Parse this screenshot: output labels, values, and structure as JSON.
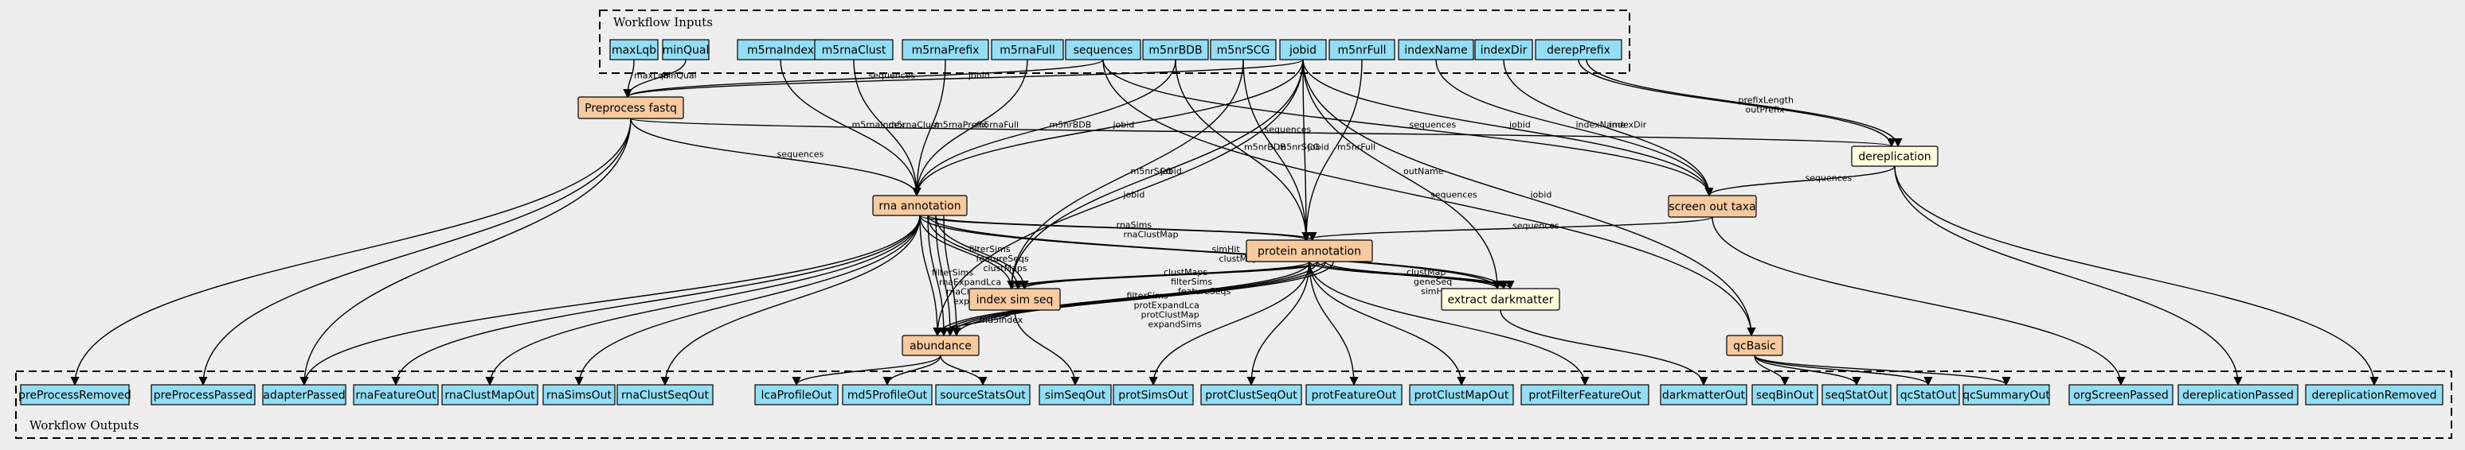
{
  "clusters": {
    "inputs": {
      "title": "Workflow Inputs"
    },
    "outputs": {
      "title": "Workflow Outputs"
    }
  },
  "colors": {
    "background": "#eeeeee",
    "io_node": "#94ddf4",
    "step_node": "#f7ca9f",
    "tool_node": "#ffffe0",
    "stroke": "#000000"
  },
  "inputs": [
    {
      "id": "maxLqb",
      "label": "maxLqb"
    },
    {
      "id": "minQual",
      "label": "minQual"
    },
    {
      "id": "m5rnaIndex",
      "label": "m5rnaIndex"
    },
    {
      "id": "m5rnaClust",
      "label": "m5rnaClust"
    },
    {
      "id": "m5rnaPrefix",
      "label": "m5rnaPrefix"
    },
    {
      "id": "m5rnaFull",
      "label": "m5rnaFull"
    },
    {
      "id": "sequences",
      "label": "sequences"
    },
    {
      "id": "m5nrBDB",
      "label": "m5nrBDB"
    },
    {
      "id": "m5nrSCG",
      "label": "m5nrSCG"
    },
    {
      "id": "jobid",
      "label": "jobid"
    },
    {
      "id": "m5nrFull",
      "label": "m5nrFull"
    },
    {
      "id": "indexName",
      "label": "indexName"
    },
    {
      "id": "indexDir",
      "label": "indexDir"
    },
    {
      "id": "derepPrefix",
      "label": "derepPrefix"
    }
  ],
  "steps": [
    {
      "id": "preprocess",
      "label": "Preprocess fastq",
      "kind": "step"
    },
    {
      "id": "dereplication",
      "label": "dereplication",
      "kind": "tool"
    },
    {
      "id": "rna",
      "label": "rna annotation",
      "kind": "step"
    },
    {
      "id": "screen",
      "label": "screen out taxa",
      "kind": "step"
    },
    {
      "id": "protein",
      "label": "protein annotation",
      "kind": "step"
    },
    {
      "id": "indexsim",
      "label": "index sim seq",
      "kind": "step"
    },
    {
      "id": "darkmatter",
      "label": "extract darkmatter",
      "kind": "tool"
    },
    {
      "id": "abundance",
      "label": "abundance",
      "kind": "step"
    },
    {
      "id": "qcbasic",
      "label": "qcBasic",
      "kind": "step"
    }
  ],
  "outputs": [
    {
      "id": "preProcessRemoved",
      "label": "preProcessRemoved"
    },
    {
      "id": "preProcessPassed",
      "label": "preProcessPassed"
    },
    {
      "id": "adapterPassed",
      "label": "adapterPassed"
    },
    {
      "id": "rnaFeatureOut",
      "label": "rnaFeatureOut"
    },
    {
      "id": "rnaClustMapOut",
      "label": "rnaClustMapOut"
    },
    {
      "id": "rnaSimsOut",
      "label": "rnaSimsOut"
    },
    {
      "id": "rnaClustSeqOut",
      "label": "rnaClustSeqOut"
    },
    {
      "id": "lcaProfileOut",
      "label": "lcaProfileOut"
    },
    {
      "id": "md5ProfileOut",
      "label": "md5ProfileOut"
    },
    {
      "id": "sourceStatsOut",
      "label": "sourceStatsOut"
    },
    {
      "id": "simSeqOut",
      "label": "simSeqOut"
    },
    {
      "id": "protSimsOut",
      "label": "protSimsOut"
    },
    {
      "id": "protClustSeqOut",
      "label": "protClustSeqOut"
    },
    {
      "id": "protFeatureOut",
      "label": "protFeatureOut"
    },
    {
      "id": "protClustMapOut",
      "label": "protClustMapOut"
    },
    {
      "id": "protFilterFeatureOut",
      "label": "protFilterFeatureOut"
    },
    {
      "id": "darkmatterOut",
      "label": "darkmatterOut"
    },
    {
      "id": "seqBinOut",
      "label": "seqBinOut"
    },
    {
      "id": "seqStatOut",
      "label": "seqStatOut"
    },
    {
      "id": "qcStatOut",
      "label": "qcStatOut"
    },
    {
      "id": "qcSummaryOut",
      "label": "qcSummaryOut"
    },
    {
      "id": "orgScreenPassed",
      "label": "orgScreenPassed"
    },
    {
      "id": "dereplicationPassed",
      "label": "dereplicationPassed"
    },
    {
      "id": "dereplicationRemoved",
      "label": "dereplicationRemoved"
    }
  ],
  "edges": [
    {
      "from": "maxLqb",
      "to": "preprocess",
      "label": "maxLqb"
    },
    {
      "from": "minQual",
      "to": "preprocess",
      "label": "minQual"
    },
    {
      "from": "sequences",
      "to": "preprocess",
      "label": "sequences"
    },
    {
      "from": "jobid",
      "to": "preprocess",
      "label": "jobid"
    },
    {
      "from": "m5rnaIndex",
      "to": "rna",
      "label": "m5rnaIndex"
    },
    {
      "from": "m5rnaClust",
      "to": "rna",
      "label": "m5rnaClust"
    },
    {
      "from": "jobid",
      "to": "rna",
      "label": "jobid"
    },
    {
      "from": "m5rnaPrefix",
      "to": "rna",
      "label": "m5rnaPrefix"
    },
    {
      "from": "m5rnaFull",
      "to": "rna",
      "label": "m5rnaFull"
    },
    {
      "from": "m5nrBDB",
      "to": "rna",
      "label": "m5nrBDB"
    },
    {
      "from": "preprocess",
      "to": "rna",
      "label": "sequences"
    },
    {
      "from": "preprocess",
      "to": "dereplication",
      "label": "sequences"
    },
    {
      "from": "derepPrefix",
      "to": "dereplication",
      "label": "prefixLength"
    },
    {
      "from": "derepPrefix",
      "to": "dereplication",
      "label": "outPrefix"
    },
    {
      "from": "indexName",
      "to": "screen",
      "label": "indexName"
    },
    {
      "from": "sequences",
      "to": "screen",
      "label": "sequences"
    },
    {
      "from": "jobid",
      "to": "screen",
      "label": "jobid"
    },
    {
      "from": "indexDir",
      "to": "screen",
      "label": "indexDir"
    },
    {
      "from": "dereplication",
      "to": "screen",
      "label": "sequences"
    },
    {
      "from": "jobid",
      "to": "protein",
      "label": "jobid"
    },
    {
      "from": "m5nrFull",
      "to": "protein",
      "label": "m5nrFull"
    },
    {
      "from": "m5nrBDB",
      "to": "protein",
      "label": "m5nrBDB"
    },
    {
      "from": "m5nrSCG",
      "to": "protein",
      "label": "m5nrSCG"
    },
    {
      "from": "screen",
      "to": "protein",
      "label": "sequences"
    },
    {
      "from": "rna",
      "to": "protein",
      "label": "rnaSims"
    },
    {
      "from": "rna",
      "to": "protein",
      "label": "rnaClustMap"
    },
    {
      "from": "jobid",
      "to": "darkmatter",
      "label": "outName"
    },
    {
      "from": "rna",
      "to": "darkmatter",
      "label": "simHit"
    },
    {
      "from": "rna",
      "to": "darkmatter",
      "label": "clustMap"
    },
    {
      "from": "protein",
      "to": "darkmatter",
      "label": "clustMap"
    },
    {
      "from": "protein",
      "to": "darkmatter",
      "label": "geneSeq"
    },
    {
      "from": "protein",
      "to": "darkmatter",
      "label": "simHit"
    },
    {
      "from": "m5nrSCG",
      "to": "indexsim",
      "label": "m5nrSCG"
    },
    {
      "from": "jobid",
      "to": "indexsim",
      "label": "jobid"
    },
    {
      "from": "rna",
      "to": "indexsim",
      "label": "filterSims"
    },
    {
      "from": "rna",
      "to": "indexsim",
      "label": "featureSeqs"
    },
    {
      "from": "rna",
      "to": "indexsim",
      "label": "clustMaps"
    },
    {
      "from": "protein",
      "to": "indexsim",
      "label": "clustMaps"
    },
    {
      "from": "protein",
      "to": "indexsim",
      "label": "filterSims"
    },
    {
      "from": "protein",
      "to": "indexsim",
      "label": "featureSeqs"
    },
    {
      "from": "jobid",
      "to": "abundance",
      "label": "jobid"
    },
    {
      "from": "rna",
      "to": "abundance",
      "label": "filterSims"
    },
    {
      "from": "rna",
      "to": "abundance",
      "label": "rnaExpandLca"
    },
    {
      "from": "rna",
      "to": "abundance",
      "label": "rnaClustMap"
    },
    {
      "from": "rna",
      "to": "abundance",
      "label": "expandSims"
    },
    {
      "from": "indexsim",
      "to": "abundance",
      "label": "md5index"
    },
    {
      "from": "protein",
      "to": "abundance",
      "label": "filterSims"
    },
    {
      "from": "protein",
      "to": "abundance",
      "label": "protExpandLca"
    },
    {
      "from": "protein",
      "to": "abundance",
      "label": "protClustMap"
    },
    {
      "from": "protein",
      "to": "abundance",
      "label": "expandSims"
    },
    {
      "from": "jobid",
      "to": "qcbasic",
      "label": "jobid"
    },
    {
      "from": "sequences",
      "to": "qcbasic",
      "label": "sequences"
    }
  ]
}
